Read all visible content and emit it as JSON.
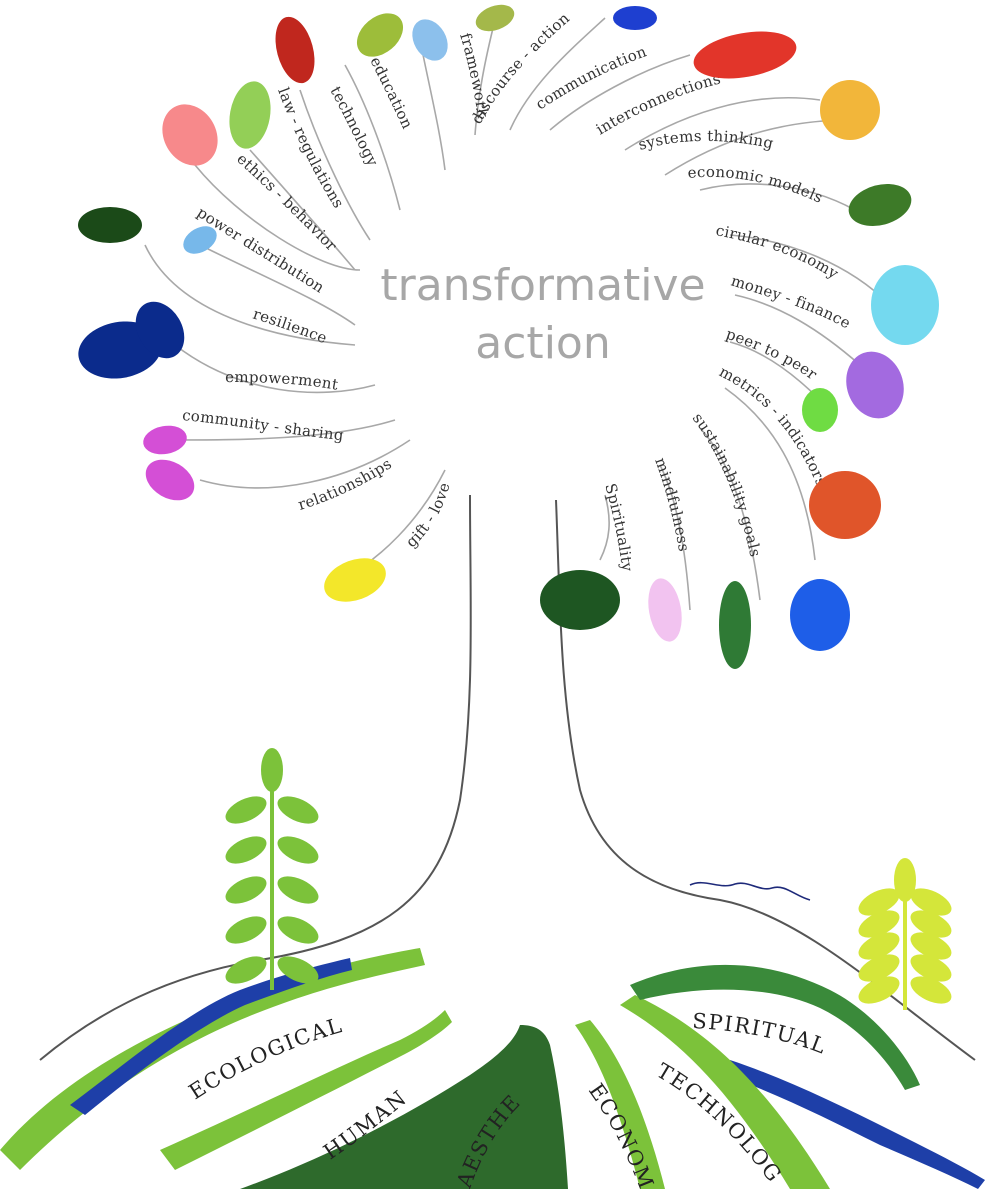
{
  "center_title": {
    "line1": "transformative",
    "line2": "action"
  },
  "branches": [
    {
      "label": "gift - love",
      "color": "#f3e72a"
    },
    {
      "label": "relationships",
      "color": "#d44fd6"
    },
    {
      "label": "community - sharing",
      "color": "#d44fd6"
    },
    {
      "label": "empowerment",
      "color": "#0b2b8c"
    },
    {
      "label": "resilience",
      "color": "#0b2b8c"
    },
    {
      "label": "power distribution",
      "color": "#77b8ea"
    },
    {
      "label": "ethics - behavior",
      "color": "#1b4a18"
    },
    {
      "label": "law - regulations",
      "color": "#f7898b"
    },
    {
      "label": "technology",
      "color": "#93cf57"
    },
    {
      "label": "education",
      "color": "#c0271e"
    },
    {
      "label": "framework",
      "color": "#9dbd3a"
    },
    {
      "label": "discourse - action",
      "color": "#8cc0ec"
    },
    {
      "label": "communication",
      "color": "#a4b84a"
    },
    {
      "label": "interconnections",
      "color": "#1e3fd0"
    },
    {
      "label": "systems thinking",
      "color": "#e2352a"
    },
    {
      "label": "economic models",
      "color": "#f2b63a"
    },
    {
      "label": "cirular economy",
      "color": "#3d7a28"
    },
    {
      "label": "money - finance",
      "color": "#74d9ef"
    },
    {
      "label": "peer to peer",
      "color": "#a36ae0"
    },
    {
      "label": "metrics - indicators",
      "color": "#6fdc43"
    },
    {
      "label": "sustainability goals",
      "color": "#e0552a"
    },
    {
      "label": "mindfulness",
      "color": "#2f7a35"
    },
    {
      "label": "Spirituality",
      "color": "#1e5622"
    }
  ],
  "roots": [
    {
      "label": "ECOLOGICAL",
      "color": "#7cc23a"
    },
    {
      "label": "HUMAN",
      "color": "#7cc23a"
    },
    {
      "label": "AESTHETIC",
      "color": "#2e6a2c"
    },
    {
      "label": "ECONOMIC",
      "color": "#7cc23a"
    },
    {
      "label": "TECHNOLOGY",
      "color": "#7cc23a"
    },
    {
      "label": "SPIRITUAL",
      "color": "#3a8a3a"
    }
  ],
  "colors": {
    "blue_root": "#1e3fa8",
    "dark_root": "#2e6a2c",
    "sapling_left": "#7cc23a",
    "sapling_right": "#d4e63a"
  }
}
